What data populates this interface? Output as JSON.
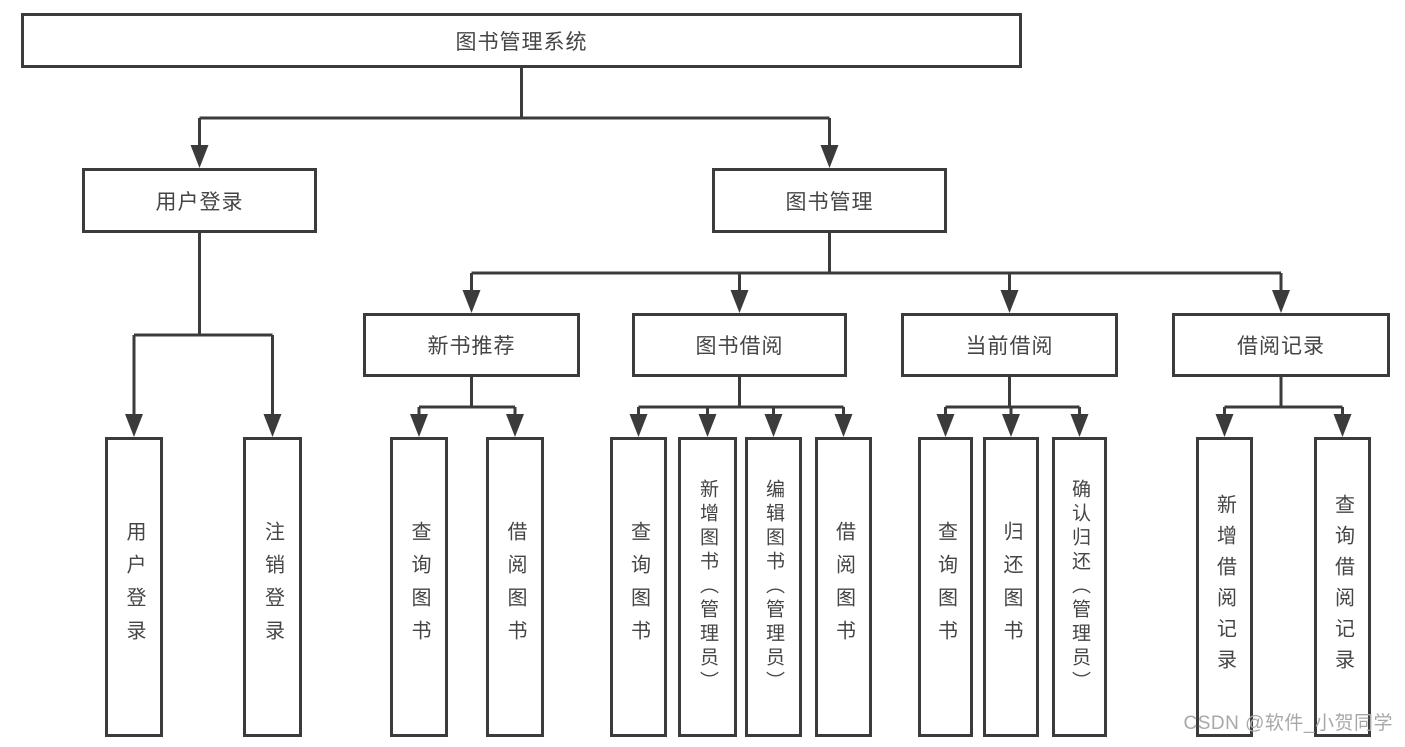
{
  "diagram": {
    "root": {
      "label": "图书管理系统"
    },
    "level2": [
      {
        "label": "用户登录"
      },
      {
        "label": "图书管理"
      }
    ],
    "level3": [
      {
        "label": "新书推荐"
      },
      {
        "label": "图书借阅"
      },
      {
        "label": "当前借阅"
      },
      {
        "label": "借阅记录"
      }
    ],
    "leaves": [
      {
        "label": "用户登录"
      },
      {
        "label": "注销登录"
      },
      {
        "label": "查询图书"
      },
      {
        "label": "借阅图书"
      },
      {
        "label": "查询图书"
      },
      {
        "label": "新增图书（管理员）"
      },
      {
        "label": "编辑图书（管理员）"
      },
      {
        "label": "借阅图书"
      },
      {
        "label": "查询图书"
      },
      {
        "label": "归还图书"
      },
      {
        "label": "确认归还（管理员）"
      },
      {
        "label": "新增借阅记录"
      },
      {
        "label": "查询借阅记录"
      }
    ]
  },
  "watermark": {
    "text": "CSDN @软件_小贺同学"
  },
  "colors": {
    "line": "#3b3b3b",
    "box_border": "#3b3b3b",
    "text": "#454545",
    "watermark": "#a8a8a8",
    "background": "#ffffff"
  }
}
